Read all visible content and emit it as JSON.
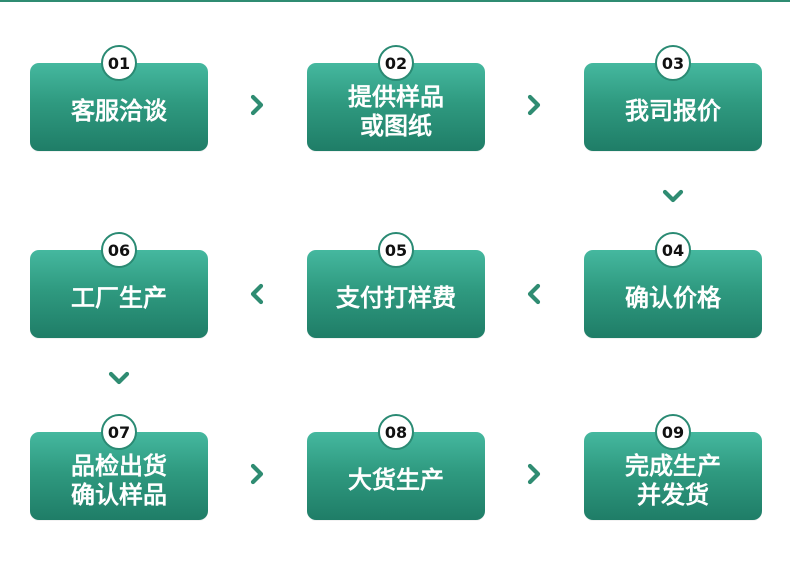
{
  "theme": {
    "accent": "#2f8c72",
    "badge_border": "#2a8a73"
  },
  "steps": [
    {
      "number": "01",
      "lines": [
        "客服洽谈"
      ]
    },
    {
      "number": "02",
      "lines": [
        "提供样品",
        "或图纸"
      ]
    },
    {
      "number": "03",
      "lines": [
        "我司报价"
      ]
    },
    {
      "number": "04",
      "lines": [
        "确认价格"
      ]
    },
    {
      "number": "05",
      "lines": [
        "支付打样费"
      ]
    },
    {
      "number": "06",
      "lines": [
        "工厂生产"
      ]
    },
    {
      "number": "07",
      "lines": [
        "品检出货",
        "确认样品"
      ]
    },
    {
      "number": "08",
      "lines": [
        "大货生产"
      ]
    },
    {
      "number": "09",
      "lines": [
        "完成生产",
        "并发货"
      ]
    }
  ],
  "arrows": [
    {
      "icon": "chevron-right-icon"
    },
    {
      "icon": "chevron-right-icon"
    },
    {
      "icon": "chevron-down-icon"
    },
    {
      "icon": "chevron-left-icon"
    },
    {
      "icon": "chevron-left-icon"
    },
    {
      "icon": "chevron-down-icon"
    },
    {
      "icon": "chevron-right-icon"
    },
    {
      "icon": "chevron-right-icon"
    }
  ]
}
